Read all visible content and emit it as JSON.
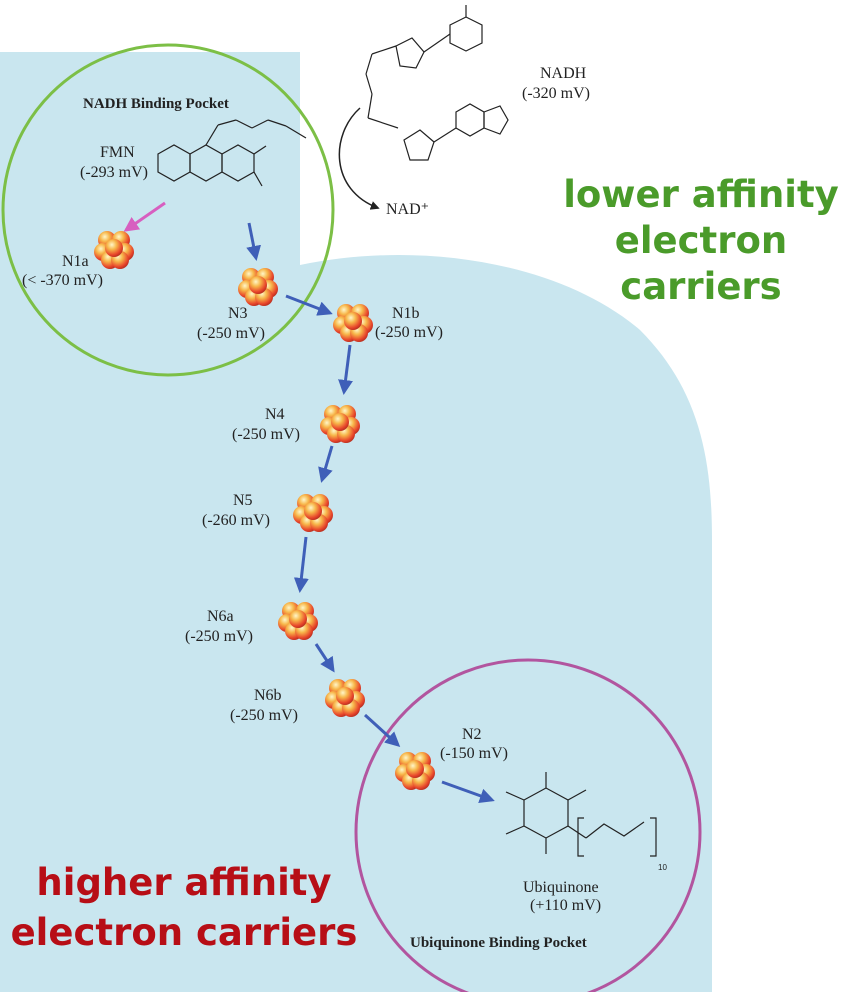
{
  "pockets": {
    "nadh_title": "NADH Binding Pocket",
    "ubiquinone_title": "Ubiquinone Binding Pocket"
  },
  "molecules": {
    "nadh": {
      "name": "NADH",
      "potential": "(-320 mV)"
    },
    "nad_plus": "NAD⁺",
    "fmn": {
      "name": "FMN",
      "potential": "(-293 mV)"
    },
    "ubiquinone": {
      "name": "Ubiquinone",
      "potential": "(+110 mV)",
      "subscript": "10"
    }
  },
  "clusters": [
    {
      "id": "n1a",
      "name": "N1a",
      "potential": "(< -370 mV)"
    },
    {
      "id": "n3",
      "name": "N3",
      "potential": "(-250 mV)"
    },
    {
      "id": "n1b",
      "name": "N1b",
      "potential": "(-250 mV)"
    },
    {
      "id": "n4",
      "name": "N4",
      "potential": "(-250 mV)"
    },
    {
      "id": "n5",
      "name": "N5",
      "potential": "(-260 mV)"
    },
    {
      "id": "n6a",
      "name": "N6a",
      "potential": "(-250 mV)"
    },
    {
      "id": "n6b",
      "name": "N6b",
      "potential": "(-250 mV)"
    },
    {
      "id": "n2",
      "name": "N2",
      "potential": "(-150 mV)"
    }
  ],
  "callouts": {
    "lower": [
      "lower affinity",
      "electron carriers"
    ],
    "higher": [
      "higher affinity",
      "electron carriers"
    ]
  },
  "colors": {
    "background_region": "#c9e6ef",
    "nadh_pocket_outline": "#7cbf46",
    "ubiquinone_pocket_outline": "#b2559f",
    "lower_text": "#4a9b2a",
    "higher_text": "#b70e16",
    "arrow_blue": "#3f5fb8",
    "arrow_magenta": "#d75fc0"
  }
}
